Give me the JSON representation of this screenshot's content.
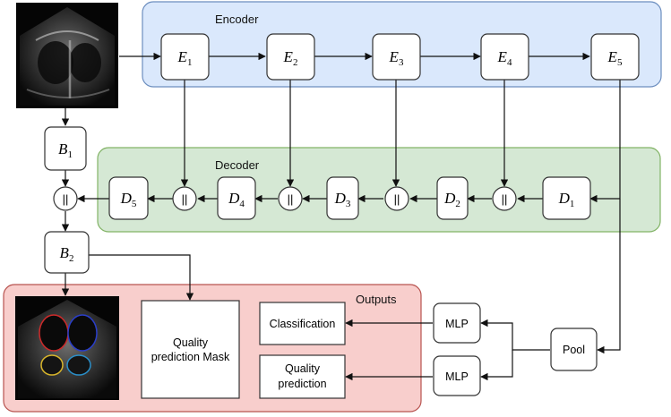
{
  "groups": {
    "encoder": "Encoder",
    "decoder": "Decoder",
    "outputs": "Outputs"
  },
  "encoder_blocks": [
    {
      "letter": "E",
      "sub": "1"
    },
    {
      "letter": "E",
      "sub": "2"
    },
    {
      "letter": "E",
      "sub": "3"
    },
    {
      "letter": "E",
      "sub": "4"
    },
    {
      "letter": "E",
      "sub": "5"
    }
  ],
  "decoder_blocks": [
    {
      "letter": "D",
      "sub": "5"
    },
    {
      "letter": "D",
      "sub": "4"
    },
    {
      "letter": "D",
      "sub": "3"
    },
    {
      "letter": "D",
      "sub": "2"
    },
    {
      "letter": "D",
      "sub": "1"
    }
  ],
  "branch_blocks": [
    {
      "letter": "B",
      "sub": "1"
    },
    {
      "letter": "B",
      "sub": "2"
    }
  ],
  "concat_symbol": "||",
  "outputs": {
    "mask": [
      "Quality",
      "prediction Mask"
    ],
    "classification": "Classification",
    "quality_prediction": [
      "Quality",
      "prediction"
    ]
  },
  "heads": {
    "mlp_top": "MLP",
    "mlp_bottom": "MLP",
    "pool": "Pool"
  },
  "colors": {
    "encoder_fill": "#dae8fc",
    "encoder_stroke": "#6c8ebf",
    "decoder_fill": "#d5e8d4",
    "decoder_stroke": "#82b366",
    "outputs_fill": "#f8cecc",
    "outputs_stroke": "#b85450",
    "block_stroke": "#333333"
  }
}
